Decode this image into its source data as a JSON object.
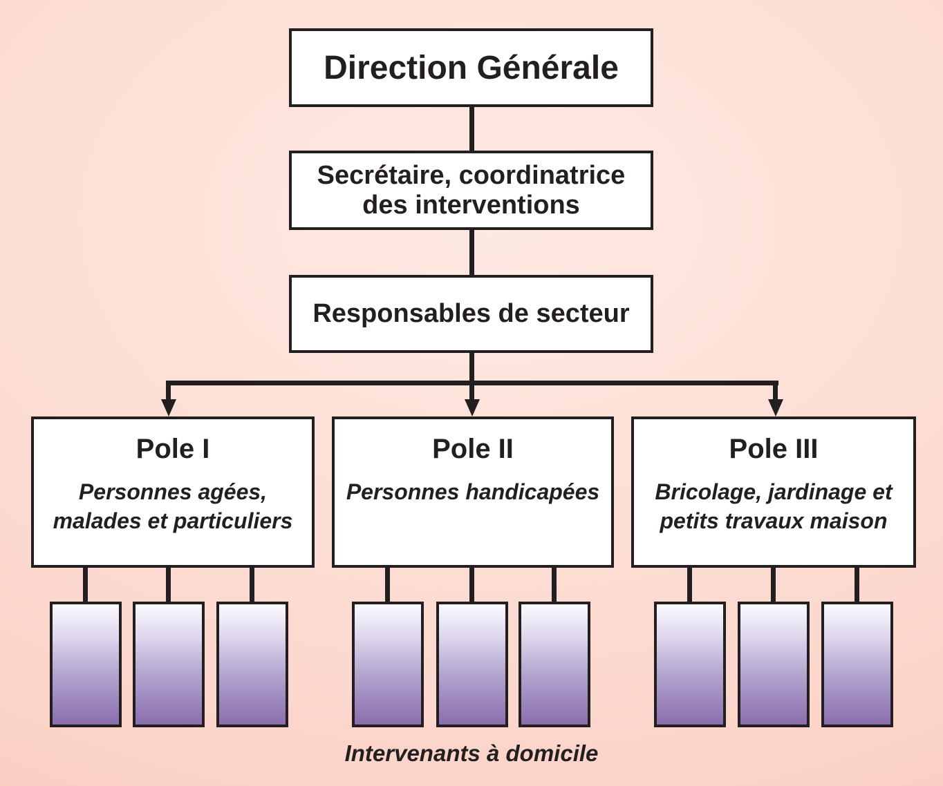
{
  "org_chart": {
    "levels": [
      {
        "id": "direction",
        "label": "Direction Générale"
      },
      {
        "id": "secretaire",
        "label_lines": [
          "Secrétaire, coordinatrice",
          "des interventions"
        ]
      },
      {
        "id": "responsables",
        "label": "Responsables de secteur"
      }
    ],
    "poles": [
      {
        "title": "Pole I",
        "subtitle_lines": [
          "Personnes agées,",
          "malades et particuliers"
        ],
        "intervenant_count": 3
      },
      {
        "title": "Pole II",
        "subtitle_lines": [
          "Personnes",
          "handicapées"
        ],
        "intervenant_count": 3
      },
      {
        "title": "Pole III",
        "subtitle_lines": [
          "Bricolage, jardinage",
          "et petits travaux maison"
        ],
        "intervenant_count": 3
      }
    ],
    "caption": "Intervenants à domicile",
    "colors": {
      "background_center": "#feeae3",
      "background_edge": "#f9c4b5",
      "node_fill": "#ffffff",
      "line_and_text": "#231f20",
      "intervenant_gradient_top": "#fbfafe",
      "intervenant_gradient_mid": "#b2a5cf",
      "intervenant_gradient_bottom": "#8b6ead"
    }
  }
}
